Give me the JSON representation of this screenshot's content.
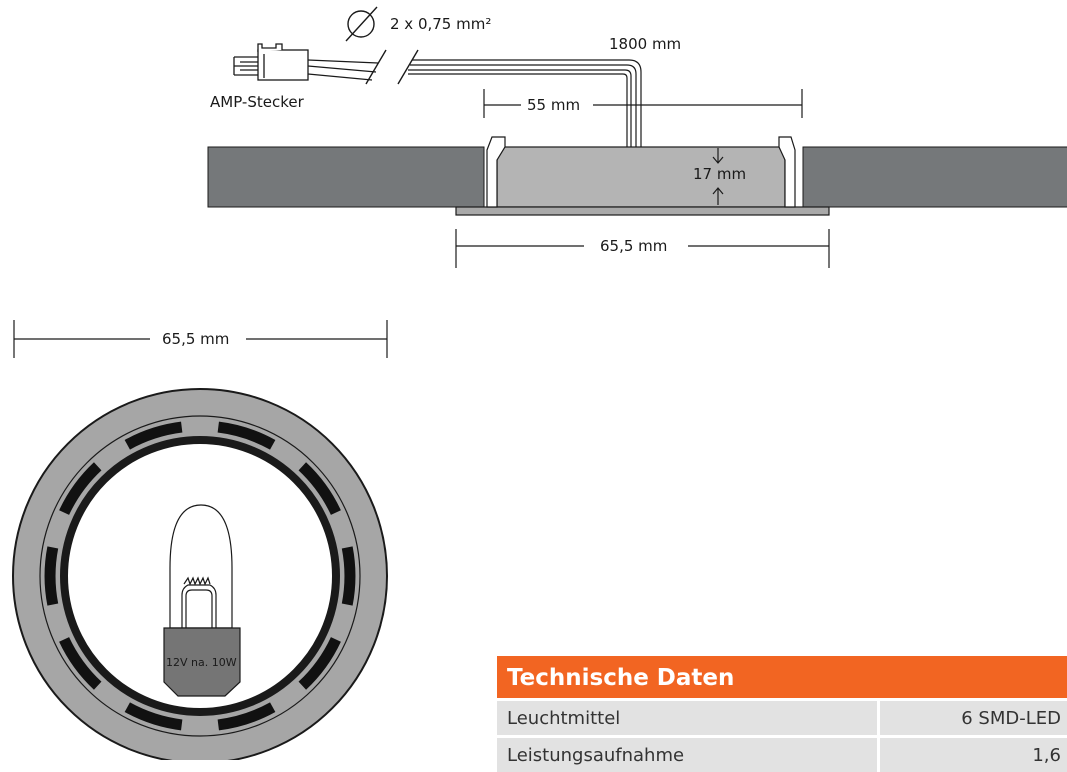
{
  "diagram": {
    "cable_spec": "2 x 0,75 mm²",
    "cable_length": "1800 mm",
    "connector_label": "AMP-Stecker",
    "cutout_width": "55 mm",
    "height": "17 mm",
    "outer_width_side": "65,5 mm",
    "outer_width_top": "65,5 mm",
    "bulb_label": "12V na. 10W"
  },
  "spec_table": {
    "title": "Technische Daten",
    "rows": [
      {
        "label": "Leuchtmittel",
        "value": "6 SMD-LED"
      },
      {
        "label": "Leistungsaufnahme",
        "value": "1,6"
      }
    ]
  },
  "colors": {
    "panel_dark": "#75787a",
    "housing_gray": "#b4b4b4",
    "flange_gray": "#a9a9a9",
    "ring_gray": "#a6a6a6",
    "header_orange": "#f26522",
    "cell_gray": "#e2e2e2"
  }
}
